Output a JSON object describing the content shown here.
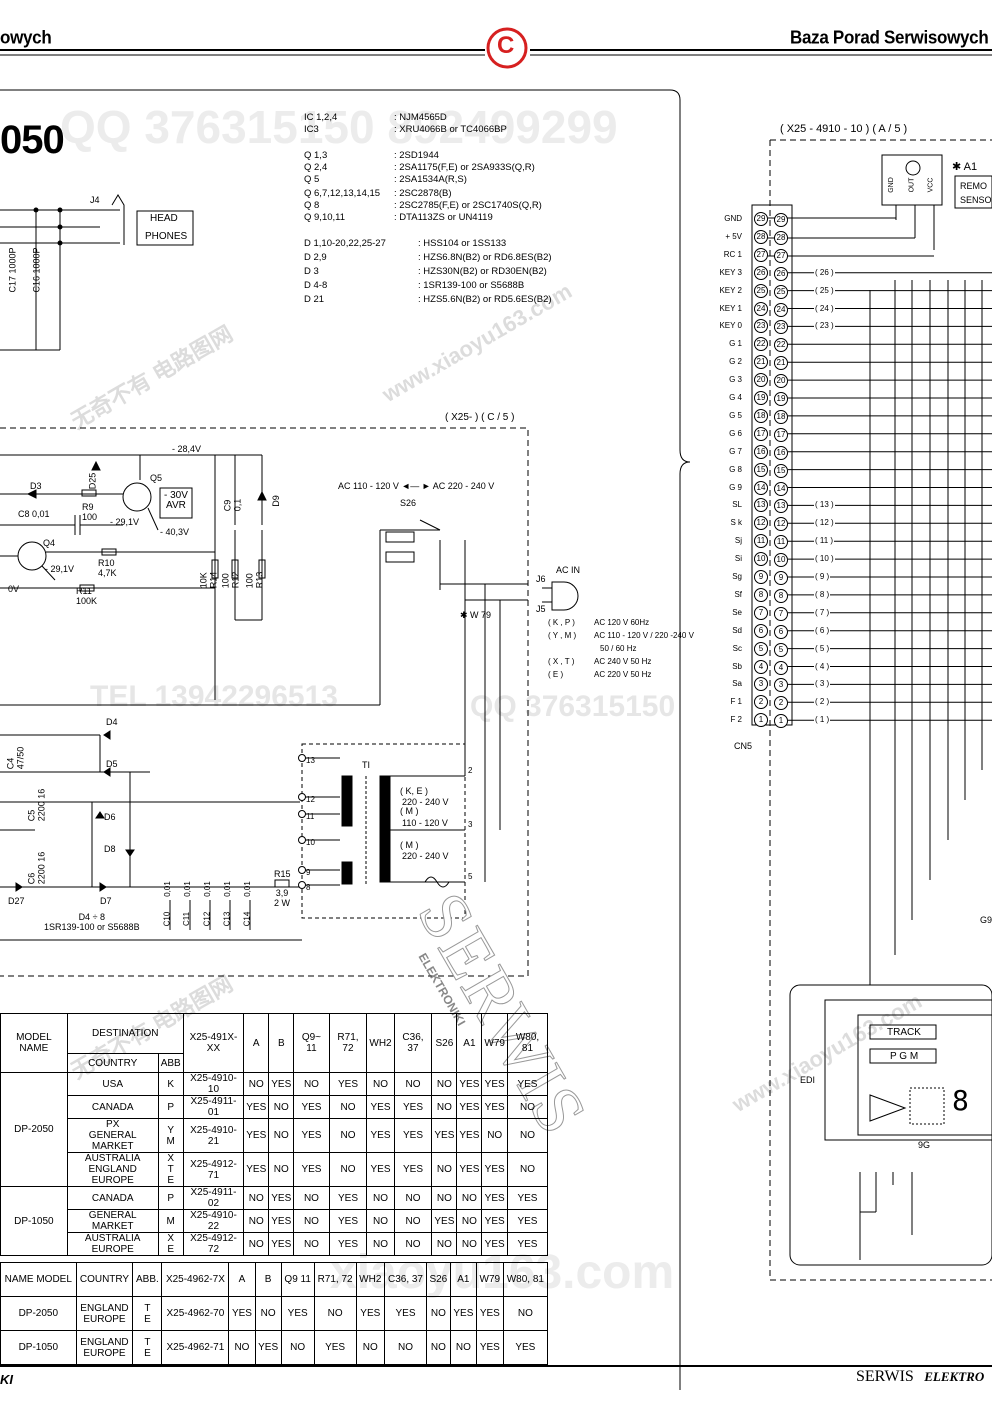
{
  "header": {
    "left_title": "owych",
    "right_title": "Baza Porad Serwisowych",
    "logo_letter": "C"
  },
  "footer": {
    "left_text": "KI",
    "right_brand_1": "SERWIS",
    "right_brand_2": "ELEKTRO"
  },
  "model_fragment": "050",
  "watermarks": {
    "qq_top": "QQ 376315150   892499299",
    "site_1": "无奇不有  电路图网",
    "site_2": "www.xiaoyu163.com",
    "tel": "TEL 13942296513",
    "qq_mid": "QQ 376315150",
    "big": "xiaoyu163.com",
    "serwis_stamp": "SERWIS",
    "serwis_stamp_sub": "ELEKTRONIKI"
  },
  "semis": [
    {
      "ref": "IC 1,2,4",
      "part": ": NJM4565D"
    },
    {
      "ref": "IC3",
      "part": ": XRU4066B  or  TC4066BP"
    },
    {
      "ref": "Q 1,3",
      "part": ": 2SD1944"
    },
    {
      "ref": "Q 2,4",
      "part": ": 2SA1175(F,E)  or  2SA933S(Q,R)"
    },
    {
      "ref": "Q 5",
      "part": ": 2SA1534A(R,S)"
    },
    {
      "ref": "Q 6,7,12,13,14,15",
      "part": ": 2SC2878(B)"
    },
    {
      "ref": "Q 8",
      "part": ": 2SC2785(F,E)  or  2SC1740S(Q,R)"
    },
    {
      "ref": "Q 9,10,11",
      "part": ": DTA113ZS  or  UN4119"
    },
    {
      "ref": "D 1,10-20,22,25-27",
      "part": ": HSS104  or  1SS133"
    },
    {
      "ref": "D 2,9",
      "part": ": HZS6.8N(B2)  or  RD6.8ES(B2)"
    },
    {
      "ref": "D 3",
      "part": ": HZS30N(B2)  or  RD30EN(B2)"
    },
    {
      "ref": "D 4-8",
      "part": ": 1SR139-100  or  S5688B"
    },
    {
      "ref": "D 21",
      "part": ": HZS5.6N(B2)  or  RD5.6ES(B2)"
    }
  ],
  "board_labels": {
    "power_board": "( X25- ) ( C / 5 )",
    "display_board": "( X25 - 4910 - 10 ) ( A / 5 )",
    "cn5": "CN5",
    "j4": "J4",
    "head_phones_1": "HEAD",
    "head_phones_2": "PHONES",
    "remote_1": "REMO",
    "remote_2": "SENSO",
    "a1": "✱ A1",
    "edi": "EDI",
    "track": "TRACK",
    "pgm": "P G M",
    "g9": "9G",
    "g9_right": "G9"
  },
  "cn5_pins": [
    {
      "name": "GND",
      "num": "29"
    },
    {
      "name": "+ 5V",
      "num": "28"
    },
    {
      "name": "RC 1",
      "num": "27"
    },
    {
      "name": "KEY 3",
      "num": "26"
    },
    {
      "name": "KEY 2",
      "num": "25"
    },
    {
      "name": "KEY 1",
      "num": "24"
    },
    {
      "name": "KEY 0",
      "num": "23"
    },
    {
      "name": "G 1",
      "num": "22"
    },
    {
      "name": "G 2",
      "num": "21"
    },
    {
      "name": "G 3",
      "num": "20"
    },
    {
      "name": "G 4",
      "num": "19"
    },
    {
      "name": "G 5",
      "num": "18"
    },
    {
      "name": "G 6",
      "num": "17"
    },
    {
      "name": "G 7",
      "num": "16"
    },
    {
      "name": "G 8",
      "num": "15"
    },
    {
      "name": "G 9",
      "num": "14"
    },
    {
      "name": "SL",
      "num": "13"
    },
    {
      "name": "S k",
      "num": "12"
    },
    {
      "name": "Sj",
      "num": "11"
    },
    {
      "name": "Si",
      "num": "10"
    },
    {
      "name": "Sg",
      "num": "9"
    },
    {
      "name": "Sf",
      "num": "8"
    },
    {
      "name": "Se",
      "num": "7"
    },
    {
      "name": "Sd",
      "num": "6"
    },
    {
      "name": "Sc",
      "num": "5"
    },
    {
      "name": "Sb",
      "num": "4"
    },
    {
      "name": "Sa",
      "num": "3"
    },
    {
      "name": "F 1",
      "num": "2"
    },
    {
      "name": "F 2",
      "num": "1"
    }
  ],
  "power": {
    "ac_selector": "AC 110 - 120 V ◄— ► AC 220 - 240 V",
    "s26": "S26",
    "w79": "✱ W 79",
    "ac_in": "AC  IN",
    "j6": "J6",
    "j5": "J5",
    "voltages": [
      {
        "code": "( K , P )",
        "val": "AC 120 V  60Hz"
      },
      {
        "code": "( Y , M )",
        "val": "AC 110 - 120 V / 220 -240 V"
      },
      {
        "code": "",
        "val": "50 / 60 Hz"
      },
      {
        "code": "( X , T )",
        "val": "AC 240 V   50 Hz"
      },
      {
        "code": "( E )",
        "val": "AC 220 V   50 Hz"
      }
    ],
    "transformer": "TI",
    "tap_ke": "( K, E )",
    "tap_ke_v": "220 - 240 V",
    "tap_m1": "( M )",
    "tap_m1_v": "110 - 120 V",
    "tap_m2": "( M )",
    "tap_m2_v": "220 - 240 V",
    "r15": "R15",
    "r15_val": "3,9\n2 W",
    "d4_8": "D4 ÷ 8\n1SR139-100 or S5688B",
    "avr": "- 30V\nAVR",
    "v_neg28": "- 28,4V",
    "v_neg29_1": "- 29,1V",
    "v_neg40_3": "- 40,3V",
    "v_neg29_1b": "- 29,1V",
    "v_0": "0V",
    "q5": "Q5",
    "q4": "Q4",
    "d3": "D3",
    "d25": "D25",
    "d9": "D9",
    "d4": "D4",
    "d5": "D5",
    "d6": "D6",
    "d7": "D7",
    "d8": "D8",
    "d27": "D27",
    "r9": "R9\n100",
    "r10": "R10\n4,7K",
    "r11": "R11\n100K",
    "c8": "C8    0,01",
    "c9": "C9\n0,1",
    "r14": "10K\nR14",
    "r12": "100\nR12",
    "r13": "100\nR13",
    "c4": "C4\n47/50",
    "c5": "C5\n2200 16",
    "c6": "C6\n2200 16",
    "c17": "C17  1000P",
    "c16": "C16  1000P",
    "caps_bottom": [
      "C10",
      "C11",
      "C12",
      "C13",
      "C14"
    ],
    "caps_bottom_val": "0,01",
    "pins_left": [
      "13",
      "12",
      "11",
      "10",
      "9",
      "8"
    ],
    "pins_right": [
      "2",
      "3",
      "5"
    ]
  },
  "table1": {
    "headers": [
      "MODEL NAME",
      "DESTINATION",
      "X25-491X-XX",
      "A",
      "B",
      "Q9~ 11",
      "R71, 72",
      "WH2",
      "C36, 37",
      "S26",
      "A1",
      "W79",
      "W80, 81"
    ],
    "sub_headers": [
      "COUNTRY",
      "ABB"
    ],
    "rows": [
      {
        "model": "DP-2050",
        "country": "USA",
        "abb": "K",
        "code": "X25-4910-10",
        "v": [
          "NO",
          "YES",
          "NO",
          "YES",
          "NO",
          "NO",
          "NO",
          "YES",
          "YES",
          "YES"
        ]
      },
      {
        "model": "",
        "country": "CANADA",
        "abb": "P",
        "code": "X25-4911-01",
        "v": [
          "YES",
          "NO",
          "YES",
          "NO",
          "YES",
          "YES",
          "NO",
          "YES",
          "YES",
          "NO"
        ]
      },
      {
        "model": "",
        "country": "PX\nGENERAL MARKET",
        "abb": "Y\nM",
        "code": "X25-4910-21",
        "v": [
          "YES",
          "NO",
          "YES",
          "NO",
          "YES",
          "YES",
          "YES",
          "YES",
          "NO",
          "NO"
        ]
      },
      {
        "model": "",
        "country": "AUSTRALIA\nENGLAND\nEUROPE",
        "abb": "X\nT\nE",
        "code": "X25-4912-71",
        "v": [
          "YES",
          "NO",
          "YES",
          "NO",
          "YES",
          "YES",
          "NO",
          "YES",
          "YES",
          "NO"
        ]
      },
      {
        "model": "DP-1050",
        "country": "CANADA",
        "abb": "P",
        "code": "X25-4911-02",
        "v": [
          "NO",
          "YES",
          "NO",
          "YES",
          "NO",
          "NO",
          "NO",
          "NO",
          "YES",
          "YES"
        ]
      },
      {
        "model": "",
        "country": "GENERAL MARKET",
        "abb": "M",
        "code": "X25-4910-22",
        "v": [
          "NO",
          "YES",
          "NO",
          "YES",
          "NO",
          "NO",
          "YES",
          "NO",
          "YES",
          "YES"
        ]
      },
      {
        "model": "",
        "country": "AUSTRALIA\nEUROPE",
        "abb": "X\nE",
        "code": "X25-4912-72",
        "v": [
          "NO",
          "YES",
          "NO",
          "YES",
          "NO",
          "NO",
          "NO",
          "NO",
          "YES",
          "YES"
        ]
      }
    ]
  },
  "table2": {
    "headers": [
      "NAME MODEL",
      "COUNTRY",
      "ABB.",
      "X25-4962-7X",
      "A",
      "B",
      "Q9  11",
      "R71, 72",
      "WH2",
      "C36, 37",
      "S26",
      "A1",
      "W79",
      "W80, 81"
    ],
    "rows": [
      {
        "model": "DP-2050",
        "country": "ENGLAND\nEUROPE",
        "abb": "T\nE",
        "code": "X25-4962-70",
        "v": [
          "YES",
          "NO",
          "YES",
          "NO",
          "YES",
          "YES",
          "NO",
          "YES",
          "YES",
          "NO"
        ]
      },
      {
        "model": "DP-1050",
        "country": "ENGLAND\nEUROPE",
        "abb": "T\nE",
        "code": "X25-4962-71",
        "v": [
          "NO",
          "YES",
          "NO",
          "YES",
          "NO",
          "NO",
          "NO",
          "NO",
          "YES",
          "YES"
        ]
      }
    ]
  },
  "colors": {
    "ink": "#000000",
    "watermark": "#dcdcdc",
    "logo_red": "#d62020"
  }
}
